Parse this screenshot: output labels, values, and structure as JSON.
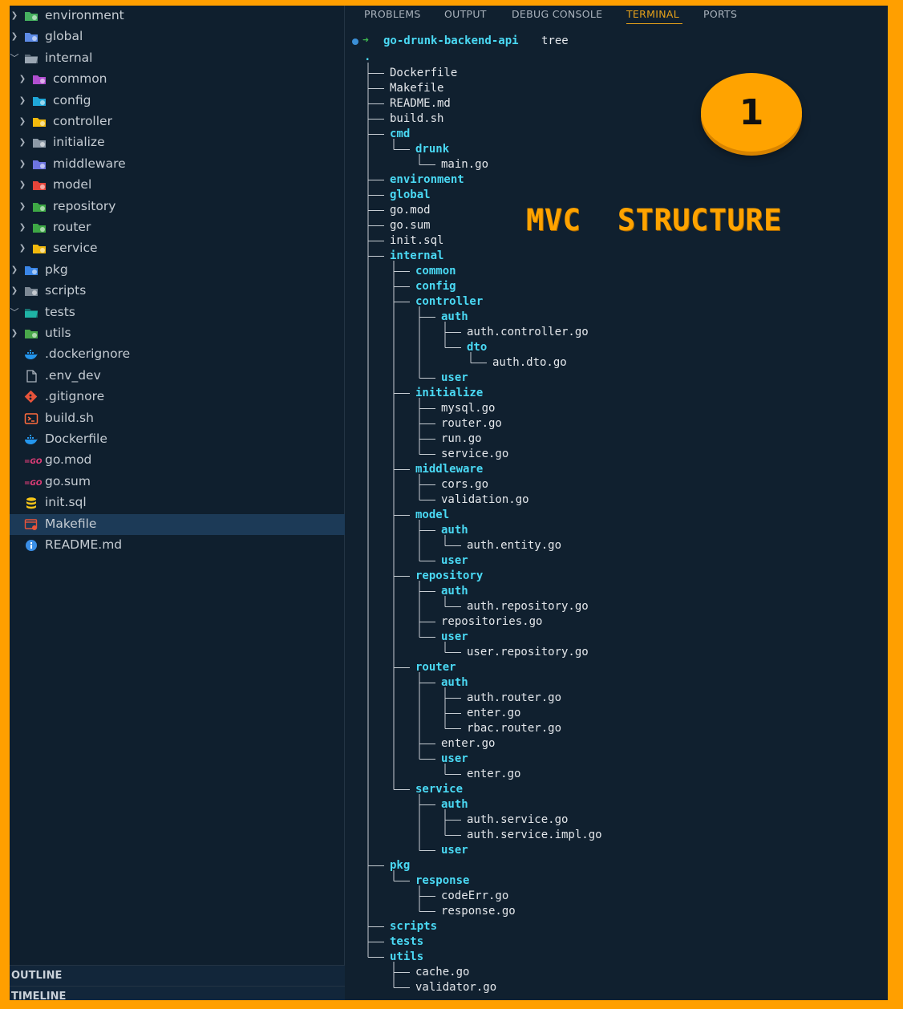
{
  "explorer": {
    "items": [
      {
        "label": "environment",
        "type": "folder",
        "depth": 0,
        "expanded": false,
        "icon": "folder-env-icon",
        "color": "#46b060"
      },
      {
        "label": "global",
        "type": "folder",
        "depth": 0,
        "expanded": false,
        "icon": "folder-global-icon",
        "color": "#5d8be6"
      },
      {
        "label": "internal",
        "type": "folder",
        "depth": 0,
        "expanded": true,
        "icon": "folder-open-icon",
        "color": "#9aa6b2"
      },
      {
        "label": "common",
        "type": "folder",
        "depth": 1,
        "expanded": false,
        "icon": "folder-common-icon",
        "color": "#b14fd0"
      },
      {
        "label": "config",
        "type": "folder",
        "depth": 1,
        "expanded": false,
        "icon": "folder-config-icon",
        "color": "#20a7d8"
      },
      {
        "label": "controller",
        "type": "folder",
        "depth": 1,
        "expanded": false,
        "icon": "folder-controller-icon",
        "color": "#f2b90d"
      },
      {
        "label": "initialize",
        "type": "folder",
        "depth": 1,
        "expanded": false,
        "icon": "folder-icon",
        "color": "#8c99a6"
      },
      {
        "label": "middleware",
        "type": "folder",
        "depth": 1,
        "expanded": false,
        "icon": "folder-middleware-icon",
        "color": "#6d74e0"
      },
      {
        "label": "model",
        "type": "folder",
        "depth": 1,
        "expanded": false,
        "icon": "folder-model-icon",
        "color": "#e5453a"
      },
      {
        "label": "repository",
        "type": "folder",
        "depth": 1,
        "expanded": false,
        "icon": "folder-repository-icon",
        "color": "#3ea845"
      },
      {
        "label": "router",
        "type": "folder",
        "depth": 1,
        "expanded": false,
        "icon": "folder-router-icon",
        "color": "#3ea845"
      },
      {
        "label": "service",
        "type": "folder",
        "depth": 1,
        "expanded": false,
        "icon": "folder-service-icon",
        "color": "#f2b90d"
      },
      {
        "label": "pkg",
        "type": "folder",
        "depth": 0,
        "expanded": false,
        "icon": "folder-pkg-icon",
        "color": "#3a86e8"
      },
      {
        "label": "scripts",
        "type": "folder",
        "depth": 0,
        "expanded": false,
        "icon": "folder-scripts-icon",
        "color": "#7c8894"
      },
      {
        "label": "tests",
        "type": "folder",
        "depth": 0,
        "expanded": true,
        "icon": "folder-tests-icon",
        "color": "#1fb3a5"
      },
      {
        "label": "utils",
        "type": "folder",
        "depth": 0,
        "expanded": false,
        "icon": "folder-utils-icon",
        "color": "#49a84a"
      },
      {
        "label": ".dockerignore",
        "type": "file",
        "depth": 0,
        "icon": "docker-icon",
        "color": "#2496ed"
      },
      {
        "label": ".env_dev",
        "type": "file",
        "depth": 0,
        "icon": "file-icon",
        "color": "#aab3bd"
      },
      {
        "label": ".gitignore",
        "type": "file",
        "depth": 0,
        "icon": "git-icon",
        "color": "#e8543b"
      },
      {
        "label": "build.sh",
        "type": "file",
        "depth": 0,
        "icon": "terminal-icon",
        "color": "#ff6b3d"
      },
      {
        "label": "Dockerfile",
        "type": "file",
        "depth": 0,
        "icon": "docker-icon",
        "color": "#2496ed"
      },
      {
        "label": "go.mod",
        "type": "file",
        "depth": 0,
        "icon": "go-icon",
        "color": "#e63e7a"
      },
      {
        "label": "go.sum",
        "type": "file",
        "depth": 0,
        "icon": "go-icon",
        "color": "#e63e7a"
      },
      {
        "label": "init.sql",
        "type": "file",
        "depth": 0,
        "icon": "database-icon",
        "color": "#f5c518"
      },
      {
        "label": "Makefile",
        "type": "file",
        "depth": 0,
        "icon": "makefile-icon",
        "color": "#e8543b",
        "selected": true
      },
      {
        "label": "README.md",
        "type": "file",
        "depth": 0,
        "icon": "info-icon",
        "color": "#3a8ee6"
      }
    ],
    "outline_label": "OUTLINE",
    "timeline_label": "TIMELINE"
  },
  "panel": {
    "tabs": [
      "PROBLEMS",
      "OUTPUT",
      "DEBUG CONSOLE",
      "TERMINAL",
      "PORTS"
    ],
    "active_tab": "TERMINAL"
  },
  "terminal": {
    "prompt_dir": "go-drunk-backend-api",
    "command": "tree",
    "root": ".",
    "tree": [
      {
        "d": 0,
        "n": "Dockerfile",
        "dir": false,
        "last": false
      },
      {
        "d": 0,
        "n": "Makefile",
        "dir": false,
        "last": false
      },
      {
        "d": 0,
        "n": "README.md",
        "dir": false,
        "last": false
      },
      {
        "d": 0,
        "n": "build.sh",
        "dir": false,
        "last": false
      },
      {
        "d": 0,
        "n": "cmd",
        "dir": true,
        "last": false
      },
      {
        "d": 1,
        "n": "drunk",
        "dir": true,
        "last": true
      },
      {
        "d": 2,
        "n": "main.go",
        "dir": false,
        "last": true
      },
      {
        "d": 0,
        "n": "environment",
        "dir": true,
        "last": false
      },
      {
        "d": 0,
        "n": "global",
        "dir": true,
        "last": false
      },
      {
        "d": 0,
        "n": "go.mod",
        "dir": false,
        "last": false
      },
      {
        "d": 0,
        "n": "go.sum",
        "dir": false,
        "last": false
      },
      {
        "d": 0,
        "n": "init.sql",
        "dir": false,
        "last": false
      },
      {
        "d": 0,
        "n": "internal",
        "dir": true,
        "last": false
      },
      {
        "d": 1,
        "n": "common",
        "dir": true,
        "last": false
      },
      {
        "d": 1,
        "n": "config",
        "dir": true,
        "last": false
      },
      {
        "d": 1,
        "n": "controller",
        "dir": true,
        "last": false
      },
      {
        "d": 2,
        "n": "auth",
        "dir": true,
        "last": false
      },
      {
        "d": 3,
        "n": "auth.controller.go",
        "dir": false,
        "last": false
      },
      {
        "d": 3,
        "n": "dto",
        "dir": true,
        "last": true
      },
      {
        "d": 4,
        "n": "auth.dto.go",
        "dir": false,
        "last": true
      },
      {
        "d": 2,
        "n": "user",
        "dir": true,
        "last": true
      },
      {
        "d": 1,
        "n": "initialize",
        "dir": true,
        "last": false
      },
      {
        "d": 2,
        "n": "mysql.go",
        "dir": false,
        "last": false
      },
      {
        "d": 2,
        "n": "router.go",
        "dir": false,
        "last": false
      },
      {
        "d": 2,
        "n": "run.go",
        "dir": false,
        "last": false
      },
      {
        "d": 2,
        "n": "service.go",
        "dir": false,
        "last": true
      },
      {
        "d": 1,
        "n": "middleware",
        "dir": true,
        "last": false
      },
      {
        "d": 2,
        "n": "cors.go",
        "dir": false,
        "last": false
      },
      {
        "d": 2,
        "n": "validation.go",
        "dir": false,
        "last": true
      },
      {
        "d": 1,
        "n": "model",
        "dir": true,
        "last": false
      },
      {
        "d": 2,
        "n": "auth",
        "dir": true,
        "last": false
      },
      {
        "d": 3,
        "n": "auth.entity.go",
        "dir": false,
        "last": true
      },
      {
        "d": 2,
        "n": "user",
        "dir": true,
        "last": true
      },
      {
        "d": 1,
        "n": "repository",
        "dir": true,
        "last": false
      },
      {
        "d": 2,
        "n": "auth",
        "dir": true,
        "last": false
      },
      {
        "d": 3,
        "n": "auth.repository.go",
        "dir": false,
        "last": true
      },
      {
        "d": 2,
        "n": "repositories.go",
        "dir": false,
        "last": false
      },
      {
        "d": 2,
        "n": "user",
        "dir": true,
        "last": true
      },
      {
        "d": 3,
        "n": "user.repository.go",
        "dir": false,
        "last": true
      },
      {
        "d": 1,
        "n": "router",
        "dir": true,
        "last": false
      },
      {
        "d": 2,
        "n": "auth",
        "dir": true,
        "last": false
      },
      {
        "d": 3,
        "n": "auth.router.go",
        "dir": false,
        "last": false
      },
      {
        "d": 3,
        "n": "enter.go",
        "dir": false,
        "last": false
      },
      {
        "d": 3,
        "n": "rbac.router.go",
        "dir": false,
        "last": true
      },
      {
        "d": 2,
        "n": "enter.go",
        "dir": false,
        "last": false
      },
      {
        "d": 2,
        "n": "user",
        "dir": true,
        "last": true
      },
      {
        "d": 3,
        "n": "enter.go",
        "dir": false,
        "last": true
      },
      {
        "d": 1,
        "n": "service",
        "dir": true,
        "last": true
      },
      {
        "d": 2,
        "n": "auth",
        "dir": true,
        "last": false
      },
      {
        "d": 3,
        "n": "auth.service.go",
        "dir": false,
        "last": false
      },
      {
        "d": 3,
        "n": "auth.service.impl.go",
        "dir": false,
        "last": true
      },
      {
        "d": 2,
        "n": "user",
        "dir": true,
        "last": true
      },
      {
        "d": 0,
        "n": "pkg",
        "dir": true,
        "last": false
      },
      {
        "d": 1,
        "n": "response",
        "dir": true,
        "last": true
      },
      {
        "d": 2,
        "n": "codeErr.go",
        "dir": false,
        "last": false
      },
      {
        "d": 2,
        "n": "response.go",
        "dir": false,
        "last": true
      },
      {
        "d": 0,
        "n": "scripts",
        "dir": true,
        "last": false
      },
      {
        "d": 0,
        "n": "tests",
        "dir": true,
        "last": false
      },
      {
        "d": 0,
        "n": "utils",
        "dir": true,
        "last": true
      },
      {
        "d": 1,
        "n": "cache.go",
        "dir": false,
        "last": false
      },
      {
        "d": 1,
        "n": "validator.go",
        "dir": false,
        "last": true
      }
    ]
  },
  "annotations": {
    "badge": "1",
    "title": "MVC  STRUCTURE"
  },
  "colors": {
    "frame": "#ff9f00",
    "background": "#10202f",
    "dir_text": "#4ad9f4",
    "active_tab": "#e6a11a"
  }
}
